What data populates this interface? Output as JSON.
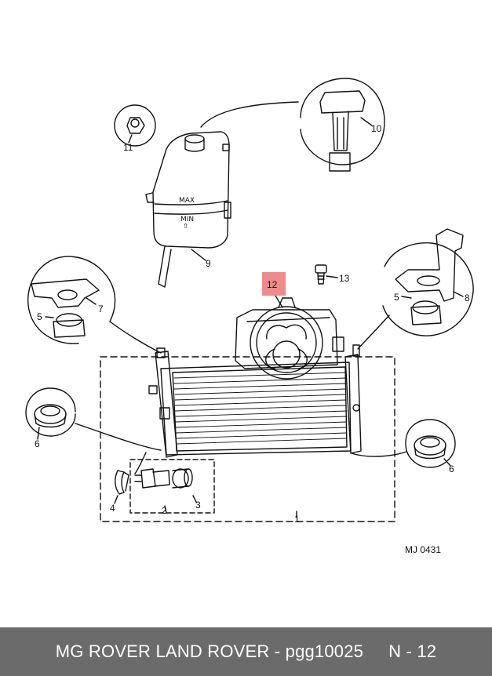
{
  "diagram": {
    "callouts": {
      "c1": "1",
      "c2": "2",
      "c3": "3",
      "c4": "4",
      "c5_left": "5",
      "c5_right": "5",
      "c6_left": "6",
      "c6_right": "6",
      "c7": "7",
      "c8": "8",
      "c9": "9",
      "c10": "10",
      "c11": "11",
      "c12": "12",
      "c13": "13"
    },
    "highlighted_callout": "12",
    "highlight_color": "#f08b8b",
    "tank_max_label": "MAX",
    "tank_min_label": "MIN",
    "drawing_ref": "MJ 0431"
  },
  "footer": {
    "title": "MG ROVER LAND ROVER - pgg10025",
    "page_ref": "N - 12",
    "background": "#6b6b6b"
  }
}
